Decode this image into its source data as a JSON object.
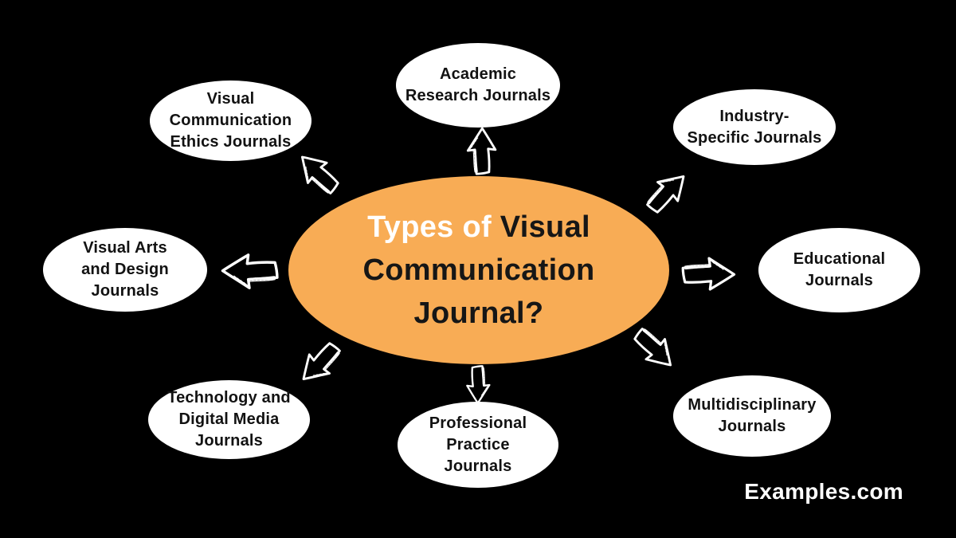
{
  "page": {
    "background_color": "#000000",
    "watermark": "Examples.com"
  },
  "center_node": {
    "highlight": "Types of",
    "title_line1_rest": " Visual",
    "title_line2": "Communication",
    "title_line3": "Journal?",
    "fill_color": "#F8AC55",
    "highlight_color": "#FFFFFF",
    "text_color": "#161616"
  },
  "nodes": [
    {
      "id": "academic-research",
      "position": "top",
      "label": [
        "Academic",
        "Research Journals"
      ]
    },
    {
      "id": "industry-specific",
      "position": "top-right",
      "label": [
        "Industry-",
        "Specific Journals"
      ]
    },
    {
      "id": "educational",
      "position": "right",
      "label": [
        "Educational",
        "Journals"
      ]
    },
    {
      "id": "multidisciplinary",
      "position": "bottom-right",
      "label": [
        "Multidisciplinary",
        "Journals"
      ]
    },
    {
      "id": "professional-practice",
      "position": "bottom",
      "label": [
        "Professional",
        "Practice",
        "Journals"
      ]
    },
    {
      "id": "technology-digital-media",
      "position": "bottom-left",
      "label": [
        "Technology and",
        "Digital Media",
        "Journals"
      ]
    },
    {
      "id": "visual-arts-design",
      "position": "left",
      "label": [
        "Visual Arts",
        "and Design",
        "Journals"
      ]
    },
    {
      "id": "visual-communication-ethics",
      "position": "top-left",
      "label": [
        "Visual",
        "Communication",
        "Ethics Journals"
      ]
    }
  ],
  "icons": {
    "arrow_style": "hand-drawn-hollow-block-arrow",
    "arrow_color": "#FFFFFF",
    "directions": [
      "up",
      "up-left",
      "up-right",
      "right",
      "down-right",
      "down",
      "down-left",
      "left"
    ]
  }
}
